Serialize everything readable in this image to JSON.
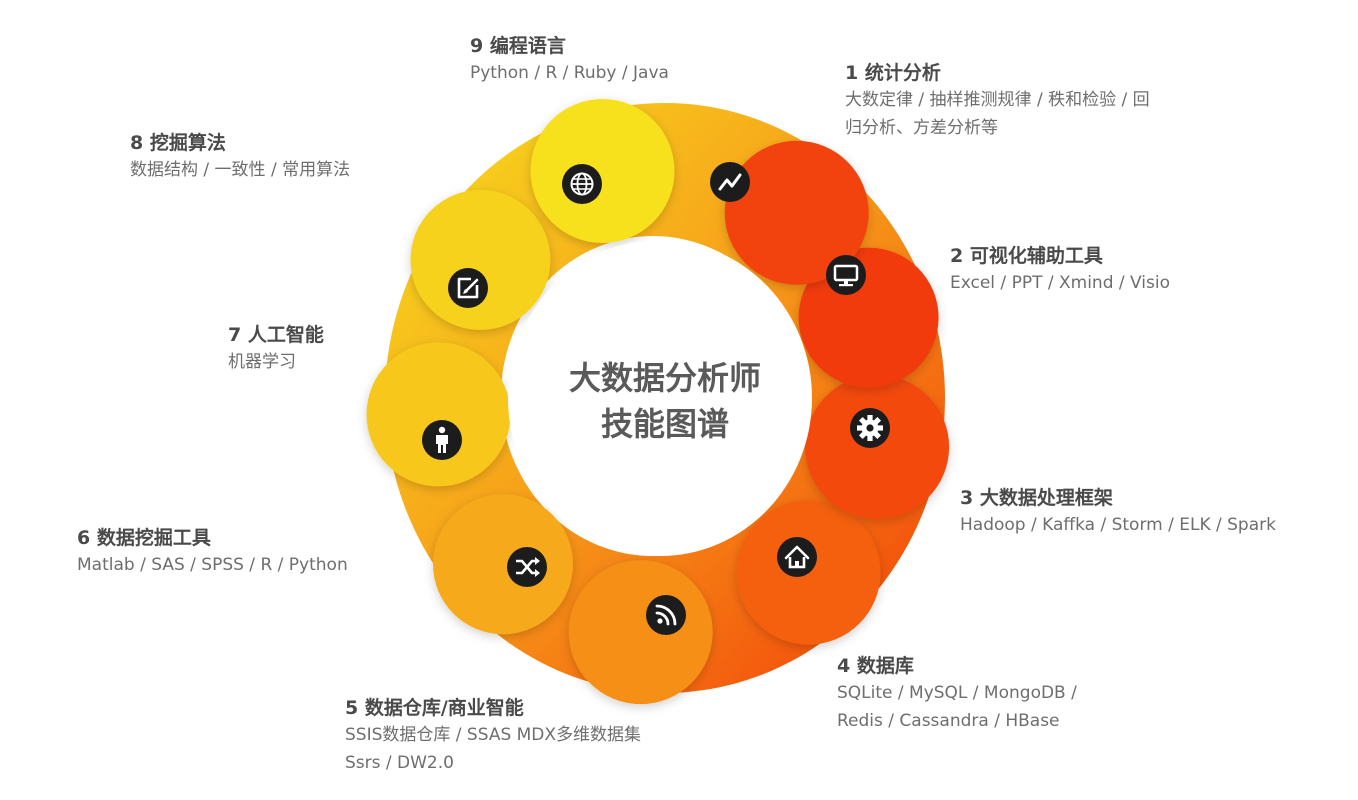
{
  "center": {
    "line1": "大数据分析师",
    "line2": "技能图谱"
  },
  "colors": {
    "yellow": "#f7e01c",
    "orange": "#f7a21a",
    "red": "#f23a08",
    "icon_bg": "#1c1c1c",
    "title_text": "#4a4a4a",
    "desc_text": "#6e6e6e"
  },
  "skills": [
    {
      "title": "1 统计分析",
      "desc": [
        "大数定律 / 抽样推测规律 / 秩和检验 / 回",
        "归分析、方差分析等"
      ],
      "icon": "trend-line-icon"
    },
    {
      "title": "2 可视化辅助工具",
      "desc": [
        "Excel / PPT / Xmind / Visio"
      ],
      "icon": "monitor-icon"
    },
    {
      "title": "3 大数据处理框架",
      "desc": [
        "Hadoop / Kaffka / Storm / ELK / Spark"
      ],
      "icon": "gear-icon"
    },
    {
      "title": "4 数据库",
      "desc": [
        "SQLite / MySQL / MongoDB /",
        "Redis / Cassandra / HBase"
      ],
      "icon": "home-icon"
    },
    {
      "title": "5 数据仓库/商业智能",
      "desc": [
        "SSIS数据仓库 / SSAS MDX多维数据集",
        "Ssrs / DW2.0"
      ],
      "icon": "rss-icon"
    },
    {
      "title": "6 数据挖掘工具",
      "desc": [
        "Matlab / SAS / SPSS / R / Python"
      ],
      "icon": "shuffle-icon"
    },
    {
      "title": "7 人工智能",
      "desc": [
        "机器学习"
      ],
      "icon": "person-icon"
    },
    {
      "title": "8 挖掘算法",
      "desc": [
        "数据结构 / 一致性 / 常用算法"
      ],
      "icon": "edit-icon"
    },
    {
      "title": "9 编程语言",
      "desc": [
        "Python / R / Ruby / Java"
      ],
      "icon": "globe-icon"
    }
  ]
}
